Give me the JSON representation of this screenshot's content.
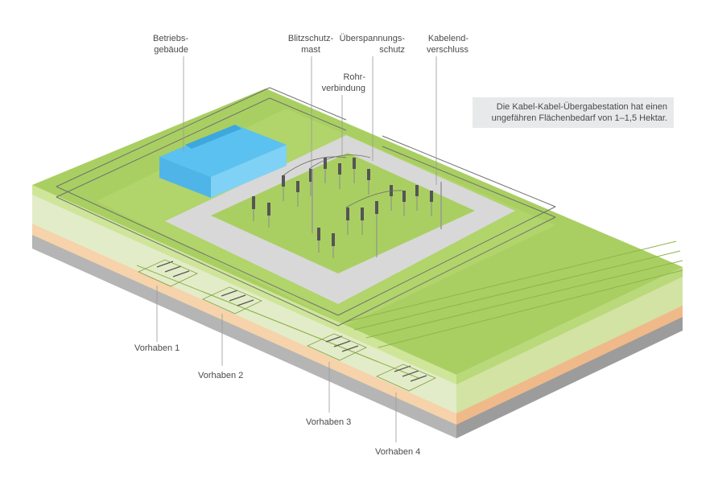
{
  "labels": {
    "betriebsgebaeude": [
      "Betriebs-",
      "gebäude"
    ],
    "blitzschutzmast": [
      "Blitzschutz-",
      "mast"
    ],
    "ueberspannungsschutz": [
      "Überspannungs-",
      "schutz"
    ],
    "kabelendverschluss": [
      "Kabelend-",
      "verschluss"
    ],
    "rohrverbindung": [
      "Rohr-",
      "verbindung"
    ]
  },
  "note": [
    "Die Kabel-Kabel-Übergabestation hat einen",
    "ungefähren Flächenbedarf von 1–1,5 Hektar."
  ],
  "projects": [
    "Vorhaben 1",
    "Vorhaben 2",
    "Vorhaben 3",
    "Vorhaben 4"
  ],
  "colors": {
    "grass_top": "#a8cf61",
    "grass_light": "#c9e08f",
    "soil_light": "#dfe9c2",
    "soil_orange": "#f7d6b0",
    "soil_gray": "#b9b9b9",
    "road": "#dcdcdc",
    "building": "#5ec4f0",
    "fence": "#6f6f6f",
    "note_bg": "#e8e9ea"
  }
}
